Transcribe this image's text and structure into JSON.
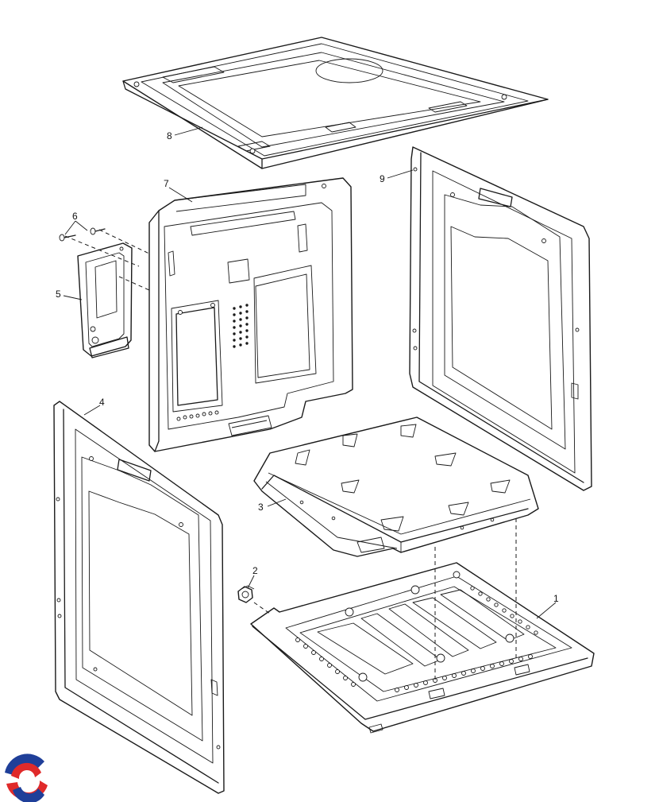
{
  "diagram": {
    "callouts": [
      {
        "id": "1",
        "label": "1"
      },
      {
        "id": "2",
        "label": "2"
      },
      {
        "id": "3",
        "label": "3"
      },
      {
        "id": "4",
        "label": "4"
      },
      {
        "id": "5",
        "label": "5"
      },
      {
        "id": "6",
        "label": "6"
      },
      {
        "id": "7",
        "label": "7"
      },
      {
        "id": "8",
        "label": "8"
      },
      {
        "id": "9",
        "label": "9"
      }
    ]
  },
  "colors": {
    "line": "#1a1a1a",
    "background": "#ffffff",
    "logo_blue": "#1f3f99",
    "logo_red": "#e02a2a"
  },
  "icons": {
    "logo": "brand-swirl-logo"
  }
}
